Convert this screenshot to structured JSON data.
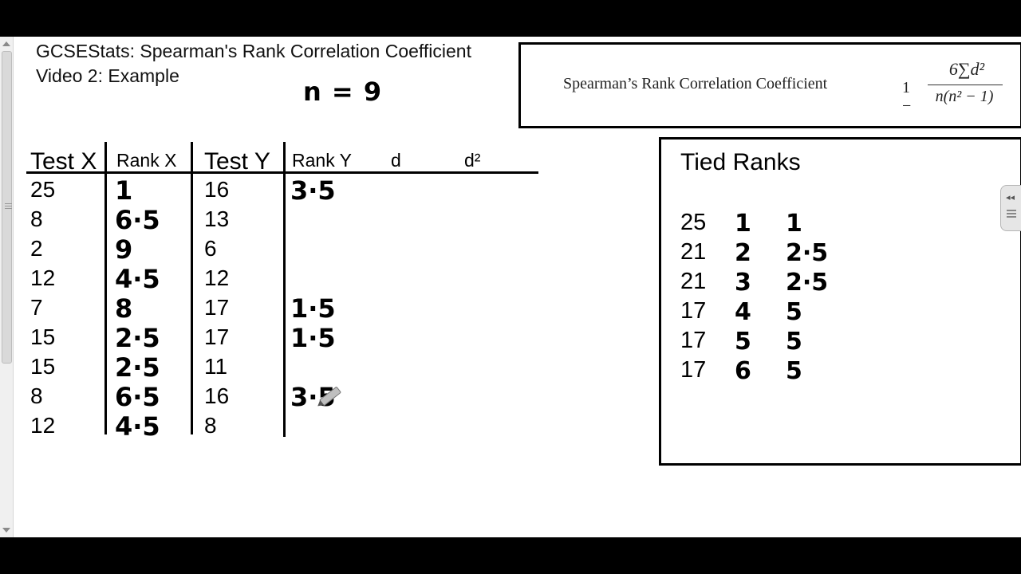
{
  "header": {
    "title": "GCSEStats: Spearman's Rank Correlation Coefficient",
    "subtitle": "Video 2: Example",
    "n_note": "n = 9"
  },
  "formula": {
    "label": "Spearman’s Rank Correlation Coefficient",
    "one_minus": "1 −",
    "numerator": "6∑d²",
    "denominator": "n(n² − 1)"
  },
  "table": {
    "headers": {
      "test_x": "Test X",
      "rank_x": "Rank X",
      "test_y": "Test Y",
      "rank_y": "Rank Y",
      "d": "d",
      "d_squared": "d²"
    },
    "rows": [
      {
        "test_x": "25",
        "rank_x": "1",
        "test_y": "16",
        "rank_y": "3·5"
      },
      {
        "test_x": "8",
        "rank_x": "6·5",
        "test_y": "13",
        "rank_y": ""
      },
      {
        "test_x": "2",
        "rank_x": "9",
        "test_y": "6",
        "rank_y": ""
      },
      {
        "test_x": "12",
        "rank_x": "4·5",
        "test_y": "12",
        "rank_y": ""
      },
      {
        "test_x": "7",
        "rank_x": "8",
        "test_y": "17",
        "rank_y": "1·5"
      },
      {
        "test_x": "15",
        "rank_x": "2·5",
        "test_y": "17",
        "rank_y": "1·5"
      },
      {
        "test_x": "15",
        "rank_x": "2·5",
        "test_y": "11",
        "rank_y": ""
      },
      {
        "test_x": "8",
        "rank_x": "6·5",
        "test_y": "16",
        "rank_y": "3·5"
      },
      {
        "test_x": "12",
        "rank_x": "4·5",
        "test_y": "8",
        "rank_y": ""
      }
    ]
  },
  "tied_ranks": {
    "title": "Tied Ranks",
    "rows": [
      {
        "value": "25",
        "position": "1",
        "rank": "1"
      },
      {
        "value": "21",
        "position": "2",
        "rank": "2·5"
      },
      {
        "value": "21",
        "position": "3",
        "rank": "2·5"
      },
      {
        "value": "17",
        "position": "4",
        "rank": "5"
      },
      {
        "value": "17",
        "position": "5",
        "rank": "5"
      },
      {
        "value": "17",
        "position": "6",
        "rank": "5"
      }
    ]
  },
  "side_tab": {
    "chevron": "◂◂"
  }
}
